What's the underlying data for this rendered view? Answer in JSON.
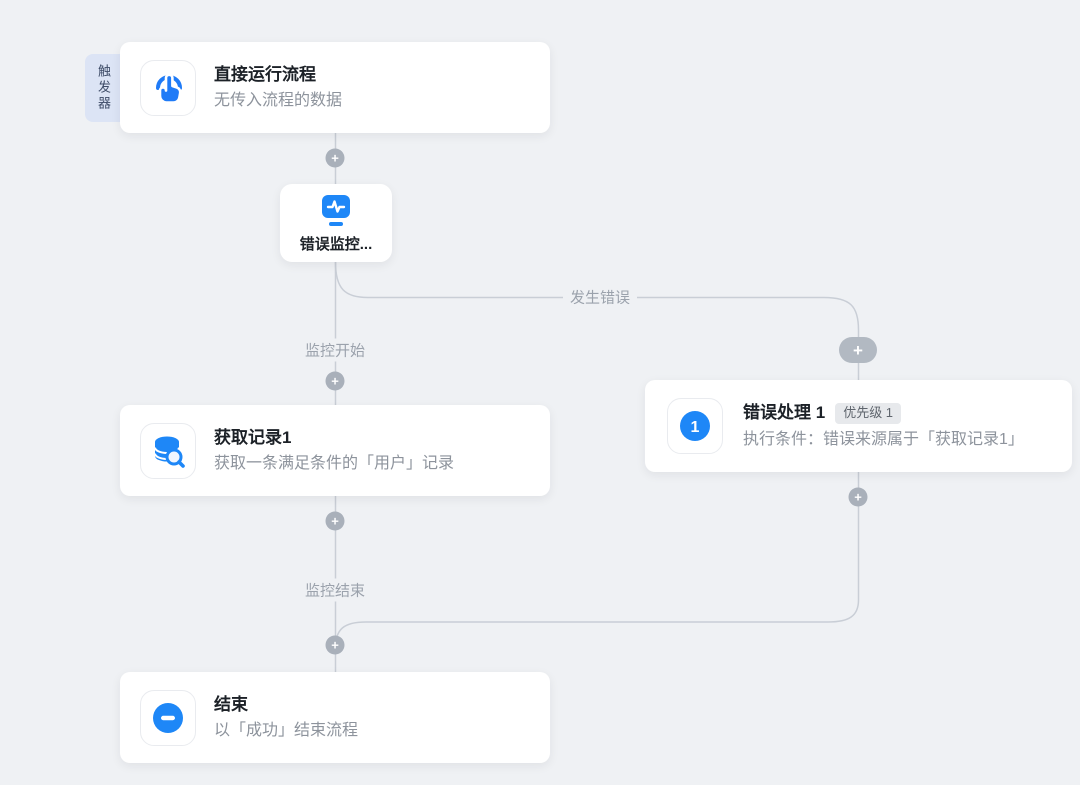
{
  "canvas": {
    "background": "#eff1f4",
    "line_color": "#c9ced6",
    "accent_blue": "#1f7bf7"
  },
  "trigger_tab": {
    "label": "触发器"
  },
  "nodes": {
    "trigger": {
      "title": "直接运行流程",
      "subtitle": "无传入流程的数据",
      "icon": "tap-hand-icon"
    },
    "monitor": {
      "title": "错误监控...",
      "icon": "monitor-pulse-icon"
    },
    "get_record": {
      "title": "获取记录1",
      "subtitle": "获取一条满足条件的「用户」记录",
      "icon": "database-search-icon"
    },
    "error_handler": {
      "title": "错误处理 1",
      "badge": "优先级 1",
      "subtitle": "执行条件：错误来源属于「获取记录1」",
      "icon": "number-one-icon",
      "icon_number": "1"
    },
    "end": {
      "title": "结束",
      "subtitle": "以「成功」结束流程",
      "icon": "minus-circle-icon"
    }
  },
  "edge_labels": {
    "error_branch": "发生错误",
    "monitor_start": "监控开始",
    "monitor_end": "监控结束"
  },
  "add_button": {
    "label": "+"
  }
}
